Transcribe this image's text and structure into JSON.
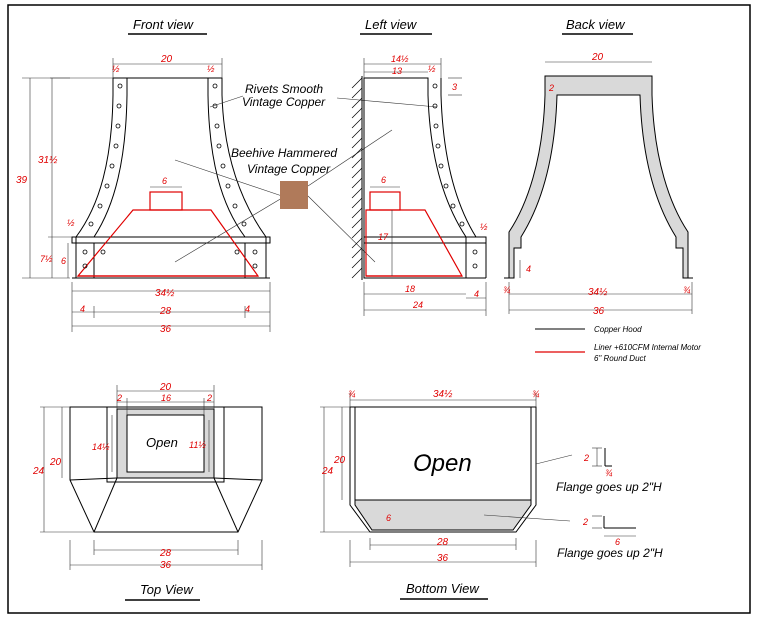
{
  "views": {
    "front": "Front view",
    "left": "Left view",
    "back": "Back view",
    "top": "Top View",
    "bottom": "Bottom View"
  },
  "notes": {
    "rivets_line1": "Rivets Smooth",
    "rivets_line2": "Vintage Copper",
    "beehive_line1": "Beehive Hammered",
    "beehive_line2": "Vintage Copper",
    "flange1": "Flange goes up 2\"H",
    "flange2": "Flange goes up 2\"H"
  },
  "legend": {
    "copper_hood": "Copper Hood",
    "liner_line1": "Liner +610CFM Internal Motor",
    "liner_line2": "6\" Round Duct"
  },
  "open_labels": {
    "top": "Open",
    "bottom": "Open"
  },
  "colors": {
    "dimension": "#e00000",
    "liner": "#e00000",
    "copper_swatch": "#b07a5a",
    "band_fill": "#d9d9d9"
  },
  "dims": {
    "front": {
      "top_width": "20",
      "top_left": "½",
      "top_right": "½",
      "total_height": "39",
      "upper_height": "31½",
      "band_height": "7½",
      "band_inner": "6",
      "lip": "½",
      "duct": "6",
      "inner_width": "34½",
      "band_inner_width": "28",
      "side_left": "4",
      "side_right": "4",
      "total_width": "36"
    },
    "left": {
      "top_depth": "14½",
      "top_inner": "13",
      "top_side": "½",
      "top_right": "3",
      "duct": "6",
      "liner_height": "17",
      "lip": "½",
      "liner_depth": "18",
      "front_offset": "4",
      "total_depth": "24"
    },
    "back": {
      "top_width": "20",
      "wall": "2",
      "flange_height": "4",
      "left_lip": "¾",
      "right_lip": "¾",
      "inner_width": "34½",
      "total_width": "36"
    },
    "top": {
      "opening_outer": "20",
      "wall_left": "2",
      "opening_inner": "16",
      "wall_right": "2",
      "left_depth": "14½",
      "right_depth": "11½",
      "depth_inner": "20",
      "depth_total": "24",
      "base_inner": "28",
      "base_total": "36"
    },
    "bottom": {
      "lip_left": "¾",
      "inner_width": "34½",
      "lip_right": "¾",
      "depth_inner": "20",
      "depth_total": "24",
      "band": "6",
      "flange_upper": "2",
      "flange_upper_thick": "¾",
      "flange_lower": "2",
      "flange_lower_len": "6",
      "base_inner": "28",
      "base_total": "36"
    }
  }
}
